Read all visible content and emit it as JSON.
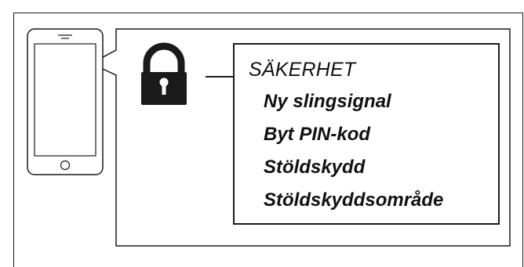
{
  "menu": {
    "title": "SÄKERHET",
    "items": [
      {
        "label": "Ny slingsignal"
      },
      {
        "label": "Byt PIN-kod"
      },
      {
        "label": "Stöldskydd"
      },
      {
        "label": "Stöldskyddsområde"
      }
    ]
  },
  "icons": {
    "device": "smartphone-icon",
    "security": "padlock-icon"
  },
  "colors": {
    "line": "#1a1a1a",
    "lock_fill": "#1a1a1a",
    "background": "#ffffff"
  }
}
